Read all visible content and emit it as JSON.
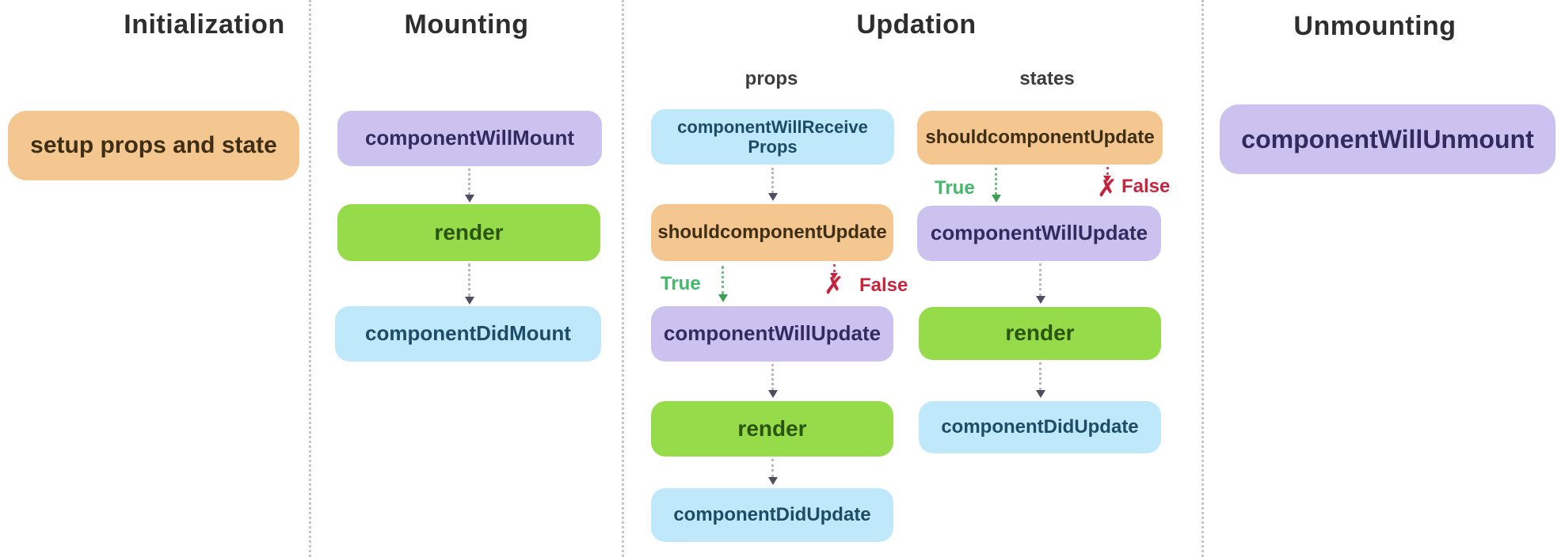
{
  "colors": {
    "background": "#ffffff",
    "orange_box": "#f3c78f",
    "purple_box": "#ccc2f0",
    "green_box": "#96db4a",
    "blue_box": "#bfe9fb",
    "true_green": "#44b86b",
    "false_red": "#c9243e",
    "divider_gray": "#c6c6c9",
    "arrow_gray": "#b8b8c0",
    "heading_text": "#2e2e30"
  },
  "icons": {
    "false_cross": "✗"
  },
  "columns": {
    "initialization": {
      "title": "Initialization",
      "box": "setup props and state"
    },
    "mounting": {
      "title": "Mounting",
      "will_mount": "componentWillMount",
      "render": "render",
      "did_mount": "componentDidMount"
    },
    "updation": {
      "title": "Updation",
      "props": {
        "subtitle": "props",
        "receive_props": "componentWillReceiveProps",
        "should_update": "shouldcomponentUpdate",
        "true_label": "True",
        "false_label": "False",
        "will_update": "componentWillUpdate",
        "render": "render",
        "did_update": "componentDidUpdate"
      },
      "states": {
        "subtitle": "states",
        "should_update": "shouldcomponentUpdate",
        "true_label": "True",
        "false_label": "False",
        "will_update": "componentWillUpdate",
        "render": "render",
        "did_update": "componentDidUpdate"
      }
    },
    "unmounting": {
      "title": "Unmounting",
      "box": "componentWillUnmount"
    }
  }
}
